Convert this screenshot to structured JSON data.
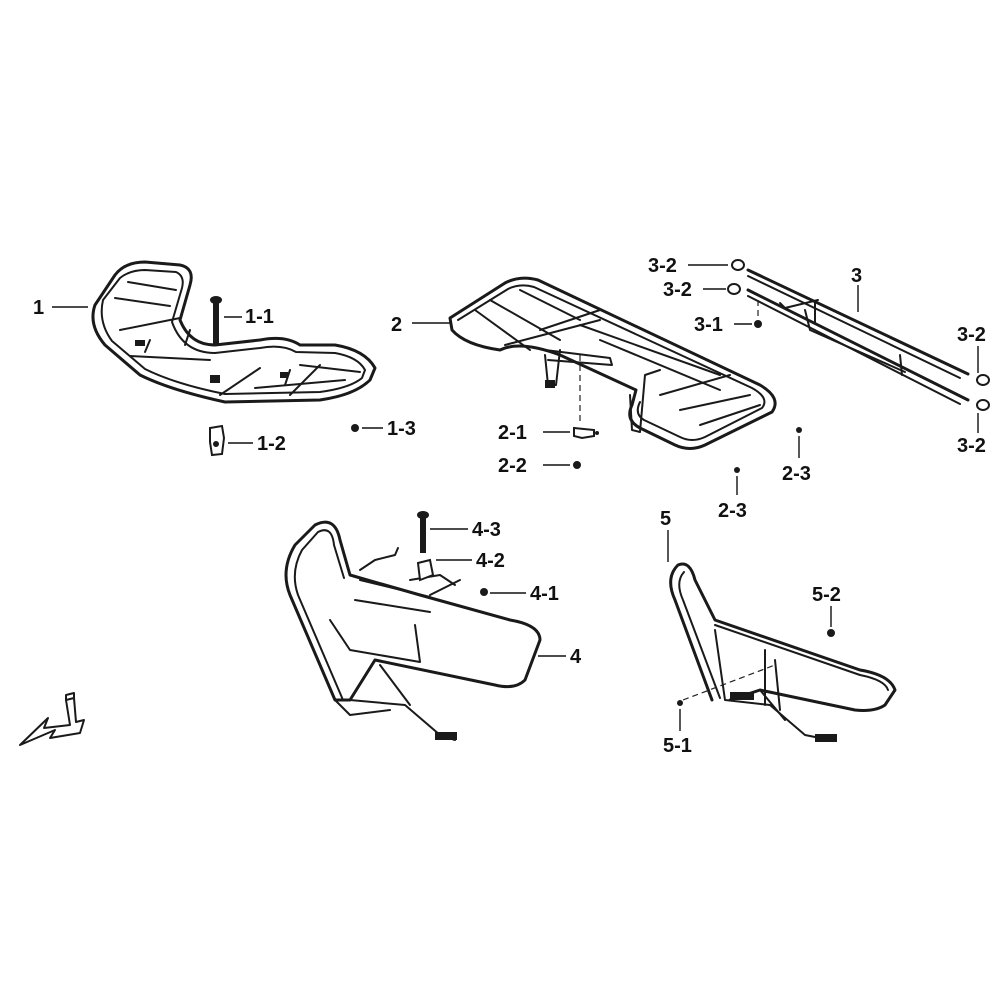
{
  "callouts": {
    "c1": "1",
    "c1_1": "1-1",
    "c1_2": "1-2",
    "c1_3": "1-3",
    "c2": "2",
    "c2_1": "2-1",
    "c2_2": "2-2",
    "c2_3a": "2-3",
    "c2_3b": "2-3",
    "c3": "3",
    "c3_1": "3-1",
    "c3_2a": "3-2",
    "c3_2b": "3-2",
    "c3_2c": "3-2",
    "c3_2d": "3-2",
    "c4": "4",
    "c4_1": "4-1",
    "c4_2": "4-2",
    "c4_3": "4-3",
    "c5": "5",
    "c5_1": "5-1",
    "c5_2": "5-2"
  },
  "icons": {
    "direction": "front-direction-arrow-icon"
  }
}
